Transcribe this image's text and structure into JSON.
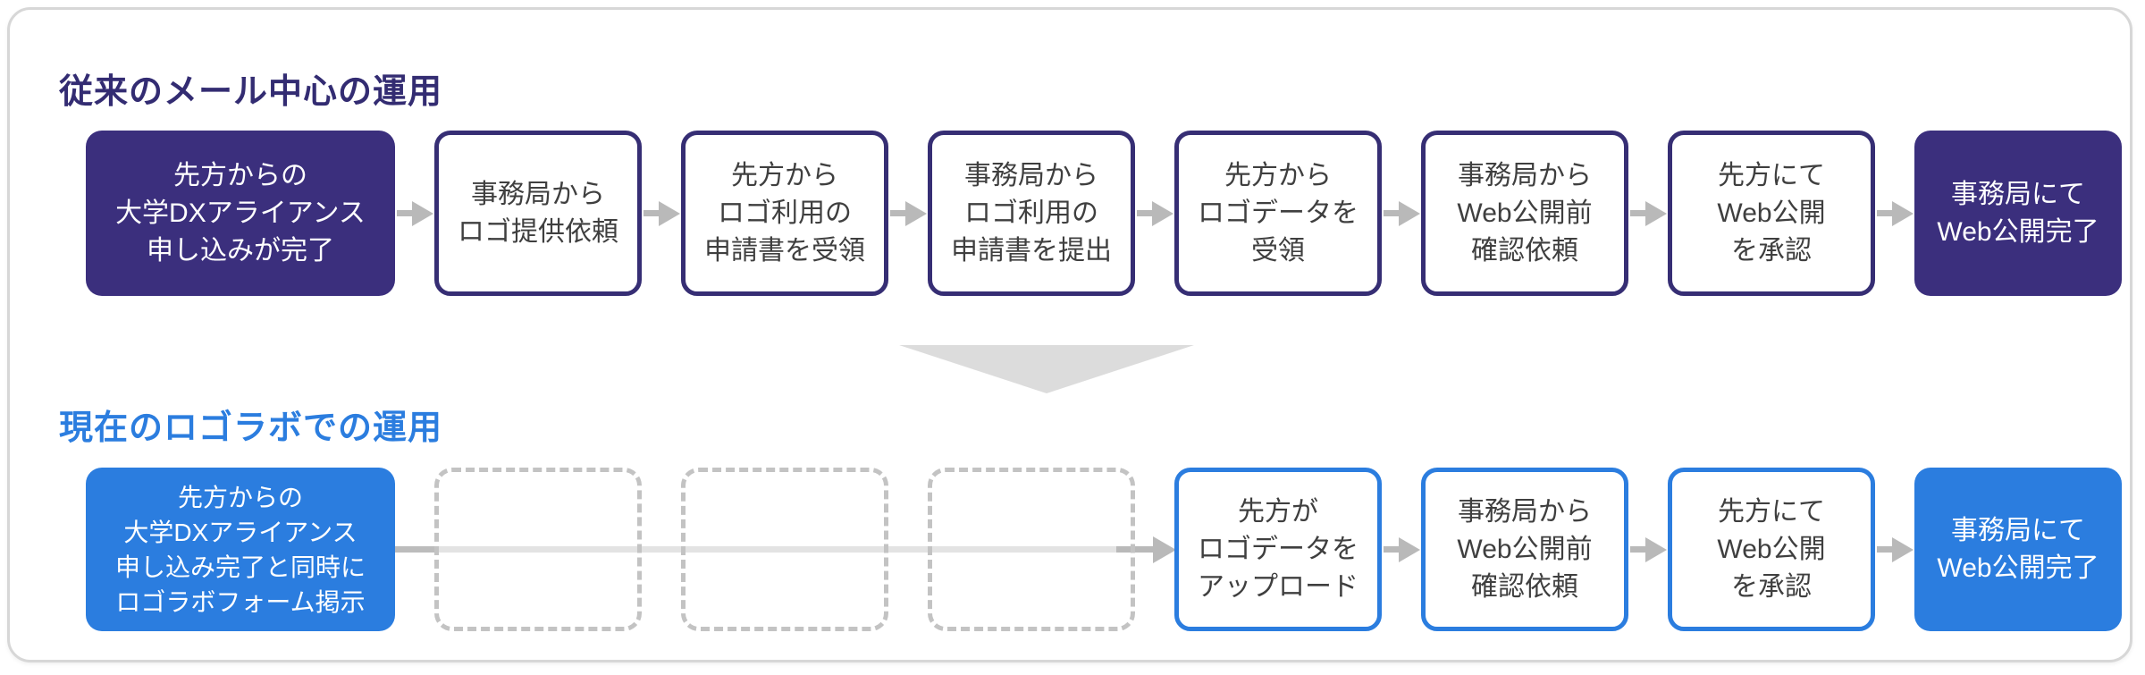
{
  "colors": {
    "navy_fill": "#3B2F7D",
    "navy_border": "#362E74",
    "blue_fill": "#2B7DDF",
    "blue_border": "#2B7DDF",
    "legacy_title_color": "#332C72",
    "current_title_color": "#2B7DDF",
    "box_text": "#3F3F3F",
    "arrow_gray": "#B9B9B9",
    "connector_light_gray": "#E3E3E3",
    "big_triangle_gray": "#DCDCDC",
    "dashed_border_gray": "#C3C3C3",
    "card_border_gray": "#D7D7D7"
  },
  "flows": [
    {
      "title": "従来のメール中心の運用",
      "boxes": [
        {
          "text": "先方からの\n大学DXアライアンス\n申し込みが完了",
          "style": "filled"
        },
        {
          "text": "事務局から\nロゴ提供依頼",
          "style": "outlined"
        },
        {
          "text": "先方から\nロゴ利用の\n申請書を受領",
          "style": "outlined"
        },
        {
          "text": "事務局から\nロゴ利用の\n申請書を提出",
          "style": "outlined"
        },
        {
          "text": "先方から\nロゴデータを\n受領",
          "style": "outlined"
        },
        {
          "text": "事務局から\nWeb公開前\n確認依頼",
          "style": "outlined"
        },
        {
          "text": "先方にて\nWeb公開\nを承認",
          "style": "outlined"
        },
        {
          "text": "事務局にて\nWeb公開完了",
          "style": "filled"
        }
      ]
    },
    {
      "title": "現在のロゴラボでの運用",
      "boxes": [
        {
          "text": "先方からの\n大学DXアライアンス\n申し込み完了と同時に\nロゴラボフォーム掲示",
          "style": "filled"
        },
        {
          "text": "",
          "style": "dashed"
        },
        {
          "text": "",
          "style": "dashed"
        },
        {
          "text": "",
          "style": "dashed"
        },
        {
          "text": "先方が\nロゴデータを\nアップロード",
          "style": "outlined"
        },
        {
          "text": "事務局から\nWeb公開前\n確認依頼",
          "style": "outlined"
        },
        {
          "text": "先方にて\nWeb公開\nを承認",
          "style": "outlined"
        },
        {
          "text": "事務局にて\nWeb公開完了",
          "style": "filled"
        }
      ]
    }
  ]
}
